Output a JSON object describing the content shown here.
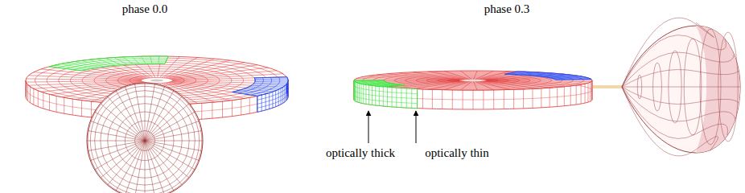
{
  "diagram": {
    "labels": [
      "phase 0.0",
      "phase 0.3",
      "optically thick",
      "optically thin"
    ]
  }
}
